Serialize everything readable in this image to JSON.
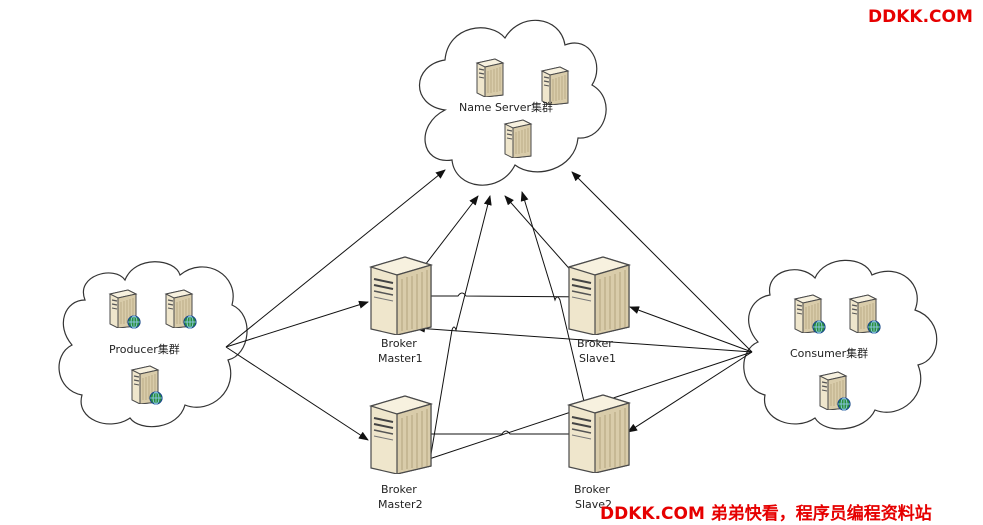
{
  "watermark_top": "DDKK.COM",
  "watermark_bottom": "DDKK.COM 弟弟快看，程序员编程资料站",
  "clusters": {
    "name_server": "Name Server集群",
    "producer": "Producer集群",
    "consumer": "Consumer集群"
  },
  "brokers": {
    "master1": {
      "line1": "Broker",
      "line2": "Master1"
    },
    "slave1": {
      "line1": "Broker",
      "line2": "Slave1"
    },
    "master2": {
      "line1": "Broker",
      "line2": "Master2"
    },
    "slave2": {
      "line1": "Broker",
      "line2": "Slave2"
    }
  },
  "colors": {
    "server_body": "#efe6cc",
    "server_side": "#cdbf99",
    "server_top": "#f7f1df",
    "outline": "#4a4a4a",
    "globe": "#2a8f3a"
  }
}
